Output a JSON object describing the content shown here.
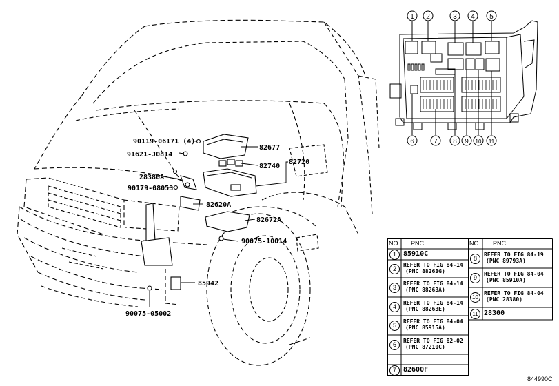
{
  "part_labels": {
    "p90119": "90119-06171 (4)",
    "p91621": "91621-J0814",
    "p28380A": "28380A",
    "p90179": "90179-08053",
    "p82677": "82677",
    "p82740": "82740",
    "p82720": "82720",
    "p82620A": "82620A",
    "p82672A": "82672A",
    "p90075_10014": "90075-10014",
    "p85942": "85942",
    "p90075_05002": "90075-05002"
  },
  "callouts": {
    "top": [
      "1",
      "2",
      "3",
      "4",
      "5"
    ],
    "bottom": [
      "6",
      "7",
      "8",
      "9",
      "10",
      "11"
    ]
  },
  "table": {
    "header_no": "NO.",
    "header_pnc": "PNC",
    "left_rows": [
      {
        "no": "1",
        "line1": "85910C",
        "line2": ""
      },
      {
        "no": "2",
        "line1": "REFER TO FIG 84-14",
        "line2": "(PNC 88263G)"
      },
      {
        "no": "3",
        "line1": "REFER TO FIG 84-14",
        "line2": "(PNC 88263A)"
      },
      {
        "no": "4",
        "line1": "REFER TO FIG 84-14",
        "line2": "(PNC 88263E)"
      },
      {
        "no": "5",
        "line1": "REFER TO FIG 84-04",
        "line2": "(PNC 85915A)"
      },
      {
        "no": "6",
        "line1": "REFER TO FIG 82-02",
        "line2": "(PNC 87210C)"
      },
      {
        "no": "7",
        "line1": "82600F",
        "line2": ""
      }
    ],
    "right_rows": [
      {
        "no": "8",
        "line1": "REFER TO FIG 84-19",
        "line2": "(PNC 89793A)"
      },
      {
        "no": "9",
        "line1": "REFER TO FIG 84-04",
        "line2": "(PNC 85910A)"
      },
      {
        "no": "10",
        "line1": "REFER TO FIG 84-04",
        "line2": "(PNC 28380)"
      },
      {
        "no": "11",
        "line1": "28300",
        "line2": ""
      }
    ]
  },
  "diagram_code": "844990C"
}
